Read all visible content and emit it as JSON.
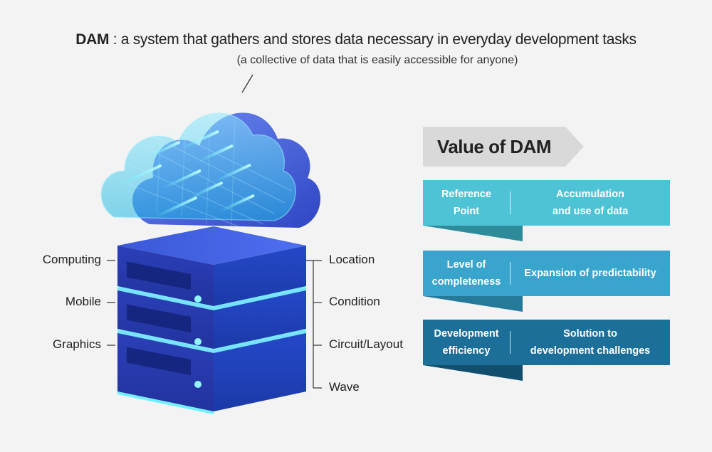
{
  "header": {
    "title_strong": "DAM",
    "title_rest": " : a system that gathers and stores data necessary in everyday development tasks",
    "subtitle": "(a collective of data that is easily accessible for anyone)"
  },
  "left_labels": [
    "Computing",
    "Mobile",
    "Graphics"
  ],
  "right_labels": [
    "Location",
    "Condition",
    "Circuit/Layout",
    "Wave"
  ],
  "value_section": {
    "title": "Value of DAM",
    "cards": [
      {
        "label": "Reference\nPoint",
        "desc": "Accumulation\nand use of data",
        "color": "#4fc3d6",
        "fold": "#2e8c9a"
      },
      {
        "label": "Level of\ncompleteness",
        "desc": "Expansion of predictability",
        "color": "#3aa5cc",
        "fold": "#257a99"
      },
      {
        "label": "Development\nefficiency",
        "desc": "Solution to\ndevelopment challenges",
        "color": "#1c6f99",
        "fold": "#124e6e"
      }
    ]
  },
  "colors": {
    "server_top": "#3d5fe0",
    "server_side": "#2a3fb5",
    "glow": "#5fe8ff",
    "cloud": "#4b6de6"
  }
}
